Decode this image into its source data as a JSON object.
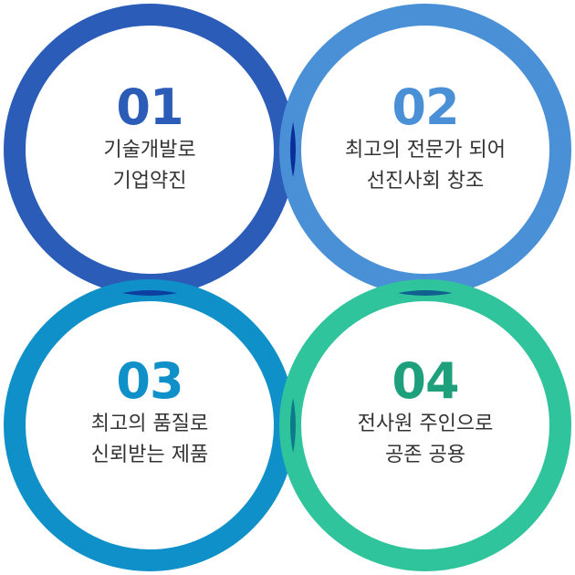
{
  "circles": [
    {
      "number": "01",
      "line1": "기술개발로",
      "line2": "기업약진",
      "color": "#2a5cb8",
      "number_color": "#2a5cb8"
    },
    {
      "number": "02",
      "line1": "최고의 전문가 되어",
      "line2": "선진사회 창조",
      "color": "#4a90d6",
      "number_color": "#4a90d6"
    },
    {
      "number": "03",
      "line1": "최고의 품질로",
      "line2": "신뢰받는 제품",
      "color": "#1090c8",
      "number_color": "#1090c8"
    },
    {
      "number": "04",
      "line1": "전사원 주인으로",
      "line2": "공존 공용",
      "color": "#30c49c",
      "number_color": "#1fa07c"
    }
  ],
  "overlap_colors": [
    "#0a2f9a",
    "#0c3fa0",
    "#106090",
    "#0c7a8a"
  ]
}
